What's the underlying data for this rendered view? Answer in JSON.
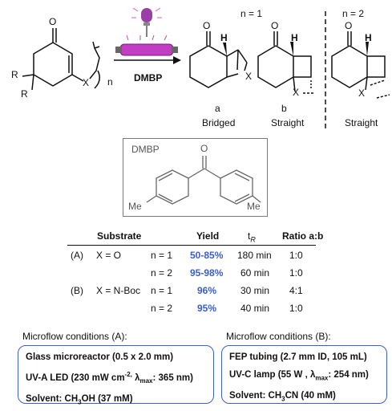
{
  "scheme": {
    "reagent_label": "DMBP",
    "n1_label": "n = 1",
    "n2_label": "n = 2",
    "atoms": {
      "O": "O",
      "H": "H",
      "X": "X",
      "R": "R",
      "n": "n"
    },
    "products": [
      {
        "letter": "a",
        "caption": "Bridged"
      },
      {
        "letter": "b",
        "caption": "Straight"
      },
      {
        "letter": "",
        "caption": "Straight"
      }
    ]
  },
  "dmbp_structure": {
    "label": "DMBP",
    "oxygen": "O",
    "methyl_left": "Me",
    "methyl_right": "Me"
  },
  "table": {
    "headers": {
      "substrate": "Substrate",
      "yield": "Yield",
      "tr": "t",
      "tr_sub": "R",
      "ratio": "Ratio a:b"
    },
    "groups": [
      {
        "tag": "(A)",
        "substrate": "X = O",
        "rows": [
          {
            "n": "n = 1",
            "yield": "50-85%",
            "tr": "180 min",
            "ratio": "1:0"
          },
          {
            "n": "n = 2",
            "yield": "95-98%",
            "tr": "60 min",
            "ratio": "1:0"
          }
        ]
      },
      {
        "tag": "(B)",
        "substrate": "X = N-Boc",
        "rows": [
          {
            "n": "n = 1",
            "yield": "96%",
            "tr": "30 min",
            "ratio": "4:1"
          },
          {
            "n": "n = 2",
            "yield": "95%",
            "tr": "40 min",
            "ratio": "1:0"
          }
        ]
      }
    ]
  },
  "conditions": {
    "A": {
      "title": "Microflow conditions (A):",
      "line1": "Glass microreactor (0.5 x 2.0 mm)",
      "line2_a": "UV-A LED (230 mW cm",
      "line2_sup": "-2,",
      "line2_b": " λ",
      "line2_sub": "max",
      "line2_c": ": 365 nm)",
      "line3_a": "Solvent: CH",
      "line3_sub": "3",
      "line3_b": "OH (37 mM)"
    },
    "B": {
      "title": "Microflow conditions (B):",
      "line1": "FEP tubing (2.7 mm ID, 105 mL)",
      "line2_a": "UV-C lamp (55 W , λ",
      "line2_sub": "max",
      "line2_b": ": 254 nm)",
      "line3_a": "Solvent: CH",
      "line3_sub": "3",
      "line3_b": "CN (40 mM)"
    }
  },
  "colors": {
    "accent_blue": "#3a5fc8",
    "box_border": "#3c5fc4",
    "lamp_magenta": "#c23cc4",
    "frame_gray": "#7a7a7a"
  }
}
